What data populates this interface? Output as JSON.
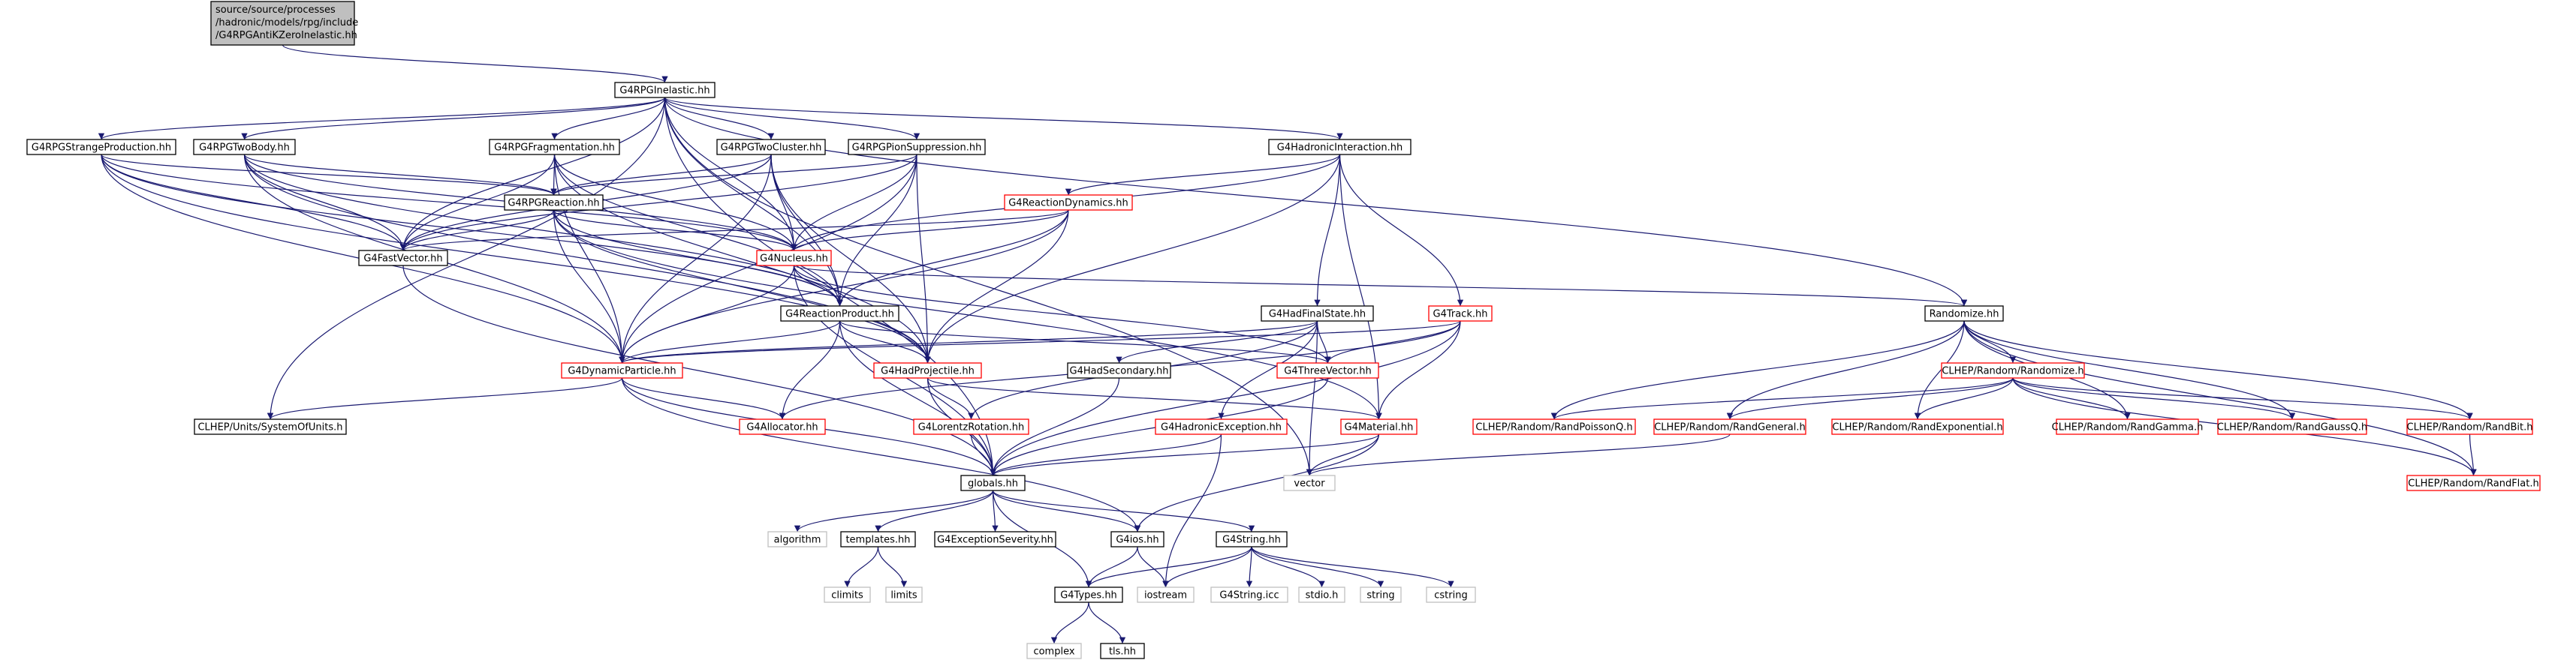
{
  "nodes": [
    {
      "id": "root",
      "label": "source/source/processes/hadronic/models/rpg/include/G4RPGAntiKZeroInelastic.hh",
      "lines": [
        "source/source/processes",
        "/hadronic/models/rpg/include",
        "/G4RPGAntiKZeroInelastic.hh"
      ],
      "kind": "root"
    },
    {
      "id": "inelastic",
      "label": "G4RPGInelastic.hh",
      "kind": "normal"
    },
    {
      "id": "strange",
      "label": "G4RPGStrangeProduction.hh",
      "kind": "normal"
    },
    {
      "id": "twobody",
      "label": "G4RPGTwoBody.hh",
      "kind": "normal"
    },
    {
      "id": "frag",
      "label": "G4RPGFragmentation.hh",
      "kind": "normal"
    },
    {
      "id": "twocluster",
      "label": "G4RPGTwoCluster.hh",
      "kind": "normal"
    },
    {
      "id": "pion",
      "label": "G4RPGPionSuppression.hh",
      "kind": "normal"
    },
    {
      "id": "hadint",
      "label": "G4HadronicInteraction.hh",
      "kind": "normal"
    },
    {
      "id": "rpgreaction",
      "label": "G4RPGReaction.hh",
      "kind": "normal"
    },
    {
      "id": "reacdyn",
      "label": "G4ReactionDynamics.hh",
      "kind": "missing"
    },
    {
      "id": "fastvec",
      "label": "G4FastVector.hh",
      "kind": "normal"
    },
    {
      "id": "nucleus",
      "label": "G4Nucleus.hh",
      "kind": "missing"
    },
    {
      "id": "reacprod",
      "label": "G4ReactionProduct.hh",
      "kind": "normal"
    },
    {
      "id": "hadfinal",
      "label": "G4HadFinalState.hh",
      "kind": "normal"
    },
    {
      "id": "track",
      "label": "G4Track.hh",
      "kind": "missing"
    },
    {
      "id": "randomize",
      "label": "Randomize.hh",
      "kind": "normal"
    },
    {
      "id": "dynpart",
      "label": "G4DynamicParticle.hh",
      "kind": "missing"
    },
    {
      "id": "hadproj",
      "label": "G4HadProjectile.hh",
      "kind": "missing"
    },
    {
      "id": "hadsec",
      "label": "G4HadSecondary.hh",
      "kind": "normal"
    },
    {
      "id": "threevec",
      "label": "G4ThreeVector.hh",
      "kind": "missing"
    },
    {
      "id": "clheprand",
      "label": "CLHEP/Random/Randomize.h",
      "kind": "missing"
    },
    {
      "id": "units",
      "label": "CLHEP/Units/SystemOfUnits.h",
      "kind": "normal"
    },
    {
      "id": "allocator",
      "label": "G4Allocator.hh",
      "kind": "missing"
    },
    {
      "id": "lorentz",
      "label": "G4LorentzRotation.hh",
      "kind": "missing"
    },
    {
      "id": "hadexc",
      "label": "G4HadronicException.hh",
      "kind": "missing"
    },
    {
      "id": "material",
      "label": "G4Material.hh",
      "kind": "missing"
    },
    {
      "id": "poisson",
      "label": "CLHEP/Random/RandPoissonQ.h",
      "kind": "missing"
    },
    {
      "id": "general",
      "label": "CLHEP/Random/RandGeneral.h",
      "kind": "missing"
    },
    {
      "id": "expo",
      "label": "CLHEP/Random/RandExponential.h",
      "kind": "missing"
    },
    {
      "id": "gamma",
      "label": "CLHEP/Random/RandGamma.h",
      "kind": "missing"
    },
    {
      "id": "gaussq",
      "label": "CLHEP/Random/RandGaussQ.h",
      "kind": "missing"
    },
    {
      "id": "randbit",
      "label": "CLHEP/Random/RandBit.h",
      "kind": "missing"
    },
    {
      "id": "globals",
      "label": "globals.hh",
      "kind": "normal"
    },
    {
      "id": "vector",
      "label": "vector",
      "kind": "system"
    },
    {
      "id": "randflat",
      "label": "CLHEP/Random/RandFlat.h",
      "kind": "missing"
    },
    {
      "id": "algorithm",
      "label": "algorithm",
      "kind": "system"
    },
    {
      "id": "templates",
      "label": "templates.hh",
      "kind": "normal"
    },
    {
      "id": "g4exc",
      "label": "G4ExceptionSeverity.hh",
      "kind": "normal"
    },
    {
      "id": "g4ios",
      "label": "G4ios.hh",
      "kind": "normal"
    },
    {
      "id": "g4string",
      "label": "G4String.hh",
      "kind": "normal"
    },
    {
      "id": "climits",
      "label": "climits",
      "kind": "system"
    },
    {
      "id": "limits",
      "label": "limits",
      "kind": "system"
    },
    {
      "id": "g4types",
      "label": "G4Types.hh",
      "kind": "normal"
    },
    {
      "id": "iostream",
      "label": "iostream",
      "kind": "system"
    },
    {
      "id": "g4stringicc",
      "label": "G4String.icc",
      "kind": "system"
    },
    {
      "id": "stdio",
      "label": "stdio.h",
      "kind": "system"
    },
    {
      "id": "string",
      "label": "string",
      "kind": "system"
    },
    {
      "id": "cstring",
      "label": "cstring",
      "kind": "system"
    },
    {
      "id": "complex",
      "label": "complex",
      "kind": "system"
    },
    {
      "id": "tls",
      "label": "tls.hh",
      "kind": "normal"
    }
  ],
  "edges": [
    [
      "root",
      "inelastic"
    ],
    [
      "inelastic",
      "strange"
    ],
    [
      "inelastic",
      "twobody"
    ],
    [
      "inelastic",
      "frag"
    ],
    [
      "inelastic",
      "twocluster"
    ],
    [
      "inelastic",
      "pion"
    ],
    [
      "inelastic",
      "hadint"
    ],
    [
      "inelastic",
      "fastvec"
    ],
    [
      "inelastic",
      "nucleus"
    ],
    [
      "inelastic",
      "reacprod"
    ],
    [
      "inelastic",
      "units"
    ],
    [
      "inelastic",
      "randomize"
    ],
    [
      "inelastic",
      "globals"
    ],
    [
      "inelastic",
      "vector"
    ],
    [
      "strange",
      "rpgreaction"
    ],
    [
      "strange",
      "fastvec"
    ],
    [
      "strange",
      "nucleus"
    ],
    [
      "strange",
      "reacprod"
    ],
    [
      "strange",
      "dynpart"
    ],
    [
      "strange",
      "hadproj"
    ],
    [
      "twobody",
      "rpgreaction"
    ],
    [
      "twobody",
      "fastvec"
    ],
    [
      "twobody",
      "nucleus"
    ],
    [
      "twobody",
      "reacprod"
    ],
    [
      "twobody",
      "dynpart"
    ],
    [
      "twobody",
      "hadproj"
    ],
    [
      "frag",
      "rpgreaction"
    ],
    [
      "frag",
      "fastvec"
    ],
    [
      "frag",
      "nucleus"
    ],
    [
      "frag",
      "reacprod"
    ],
    [
      "frag",
      "dynpart"
    ],
    [
      "frag",
      "hadproj"
    ],
    [
      "twocluster",
      "rpgreaction"
    ],
    [
      "twocluster",
      "fastvec"
    ],
    [
      "twocluster",
      "nucleus"
    ],
    [
      "twocluster",
      "reacprod"
    ],
    [
      "twocluster",
      "dynpart"
    ],
    [
      "twocluster",
      "hadproj"
    ],
    [
      "pion",
      "rpgreaction"
    ],
    [
      "pion",
      "fastvec"
    ],
    [
      "pion",
      "nucleus"
    ],
    [
      "pion",
      "reacprod"
    ],
    [
      "pion",
      "dynpart"
    ],
    [
      "pion",
      "hadproj"
    ],
    [
      "hadint",
      "reacdyn"
    ],
    [
      "hadint",
      "nucleus"
    ],
    [
      "hadint",
      "hadfinal"
    ],
    [
      "hadint",
      "track"
    ],
    [
      "hadint",
      "hadproj"
    ],
    [
      "hadint",
      "material"
    ],
    [
      "rpgreaction",
      "fastvec"
    ],
    [
      "rpgreaction",
      "nucleus"
    ],
    [
      "rpgreaction",
      "reacprod"
    ],
    [
      "rpgreaction",
      "dynpart"
    ],
    [
      "rpgreaction",
      "hadproj"
    ],
    [
      "rpgreaction",
      "material"
    ],
    [
      "reacdyn",
      "fastvec"
    ],
    [
      "reacdyn",
      "nucleus"
    ],
    [
      "reacdyn",
      "reacprod"
    ],
    [
      "reacdyn",
      "dynpart"
    ],
    [
      "reacdyn",
      "hadproj"
    ],
    [
      "fastvec",
      "globals"
    ],
    [
      "nucleus",
      "reacprod"
    ],
    [
      "nucleus",
      "dynpart"
    ],
    [
      "nucleus",
      "threevec"
    ],
    [
      "nucleus",
      "randomize"
    ],
    [
      "nucleus",
      "globals"
    ],
    [
      "reacprod",
      "dynpart"
    ],
    [
      "reacprod",
      "hadproj"
    ],
    [
      "reacprod",
      "allocator"
    ],
    [
      "reacprod",
      "globals"
    ],
    [
      "reacprod",
      "threevec"
    ],
    [
      "hadfinal",
      "dynpart"
    ],
    [
      "hadfinal",
      "hadsec"
    ],
    [
      "hadfinal",
      "threevec"
    ],
    [
      "hadfinal",
      "lorentz"
    ],
    [
      "hadfinal",
      "hadexc"
    ],
    [
      "hadfinal",
      "vector"
    ],
    [
      "track",
      "dynpart"
    ],
    [
      "track",
      "threevec"
    ],
    [
      "track",
      "material"
    ],
    [
      "track",
      "allocator"
    ],
    [
      "track",
      "globals"
    ],
    [
      "randomize",
      "clheprand"
    ],
    [
      "randomize",
      "poisson"
    ],
    [
      "randomize",
      "general"
    ],
    [
      "randomize",
      "expo"
    ],
    [
      "randomize",
      "gamma"
    ],
    [
      "randomize",
      "gaussq"
    ],
    [
      "randomize",
      "randbit"
    ],
    [
      "randomize",
      "randflat"
    ],
    [
      "dynpart",
      "units"
    ],
    [
      "dynpart",
      "allocator"
    ],
    [
      "dynpart",
      "globals"
    ],
    [
      "dynpart",
      "g4ios"
    ],
    [
      "hadproj",
      "lorentz"
    ],
    [
      "hadproj",
      "material"
    ],
    [
      "hadproj",
      "globals"
    ],
    [
      "hadsec",
      "globals"
    ],
    [
      "threevec",
      "globals"
    ],
    [
      "clheprand",
      "poisson"
    ],
    [
      "clheprand",
      "general"
    ],
    [
      "clheprand",
      "expo"
    ],
    [
      "clheprand",
      "gamma"
    ],
    [
      "clheprand",
      "gaussq"
    ],
    [
      "clheprand",
      "randbit"
    ],
    [
      "clheprand",
      "randflat"
    ],
    [
      "lorentz",
      "globals"
    ],
    [
      "hadexc",
      "globals"
    ],
    [
      "hadexc",
      "iostream"
    ],
    [
      "material",
      "globals"
    ],
    [
      "material",
      "vector"
    ],
    [
      "material",
      "g4ios"
    ],
    [
      "general",
      "vector"
    ],
    [
      "randbit",
      "randflat"
    ],
    [
      "globals",
      "algorithm"
    ],
    [
      "globals",
      "templates"
    ],
    [
      "globals",
      "g4exc"
    ],
    [
      "globals",
      "g4ios"
    ],
    [
      "globals",
      "g4string"
    ],
    [
      "globals",
      "g4types"
    ],
    [
      "templates",
      "climits"
    ],
    [
      "templates",
      "limits"
    ],
    [
      "g4ios",
      "g4types"
    ],
    [
      "g4ios",
      "iostream"
    ],
    [
      "g4string",
      "g4types"
    ],
    [
      "g4string",
      "iostream"
    ],
    [
      "g4string",
      "g4stringicc"
    ],
    [
      "g4string",
      "stdio"
    ],
    [
      "g4string",
      "string"
    ],
    [
      "g4string",
      "cstring"
    ],
    [
      "g4types",
      "complex"
    ],
    [
      "g4types",
      "tls"
    ]
  ],
  "colors": {
    "edge": "#191970",
    "root_fill": "#bfbfbf",
    "normal_border": "#000000",
    "missing_border": "#ff0000",
    "system_border": "#bfbfbf",
    "text": "#000000"
  }
}
